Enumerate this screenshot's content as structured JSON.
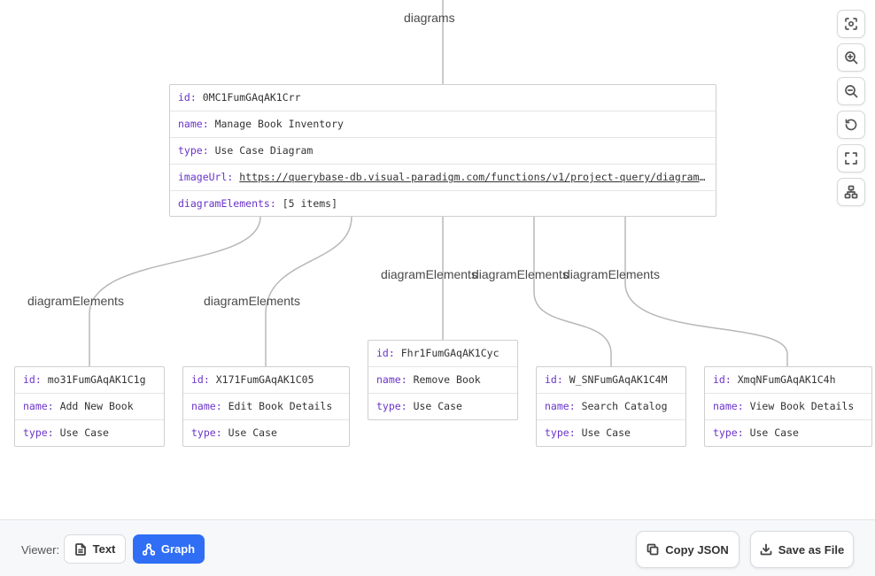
{
  "root_label": "diagrams",
  "edge_label": "diagramElements",
  "root_node": {
    "id_key": "id:",
    "id": "0MC1FumGAqAK1Crr",
    "name_key": "name:",
    "name": "Manage Book Inventory",
    "type_key": "type:",
    "type": "Use Case Diagram",
    "imageUrl_key": "imageUrl:",
    "imageUrl": "https://querybase-db.visual-paradigm.com/functions/v1/project-query/diagram-ima…",
    "elements_key": "diagramElements:",
    "elements": "[5 items]"
  },
  "children": [
    {
      "id": "mo31FumGAqAK1C1g",
      "name": "Add New Book",
      "type": "Use Case"
    },
    {
      "id": "X171FumGAqAK1C05",
      "name": "Edit Book Details",
      "type": "Use Case"
    },
    {
      "id": "Fhr1FumGAqAK1Cyc",
      "name": "Remove Book",
      "type": "Use Case"
    },
    {
      "id": "W_SNFumGAqAK1C4M",
      "name": "Search Catalog",
      "type": "Use Case"
    },
    {
      "id": "XmqNFumGAqAK1C4h",
      "name": "View Book Details",
      "type": "Use Case"
    }
  ],
  "keys": {
    "id": "id:",
    "name": "name:",
    "type": "type:"
  },
  "controls": [
    "focus-icon",
    "zoom-in-icon",
    "zoom-out-icon",
    "reset-icon",
    "fullscreen-icon",
    "layout-icon"
  ],
  "toolbar": {
    "viewer_label": "Viewer:",
    "text_label": "Text",
    "graph_label": "Graph",
    "copy_label": "Copy JSON",
    "save_label": "Save as File"
  },
  "colors": {
    "key": "#6b34c9",
    "accent": "#2f6ef5",
    "edge": "#b8b8b8"
  }
}
